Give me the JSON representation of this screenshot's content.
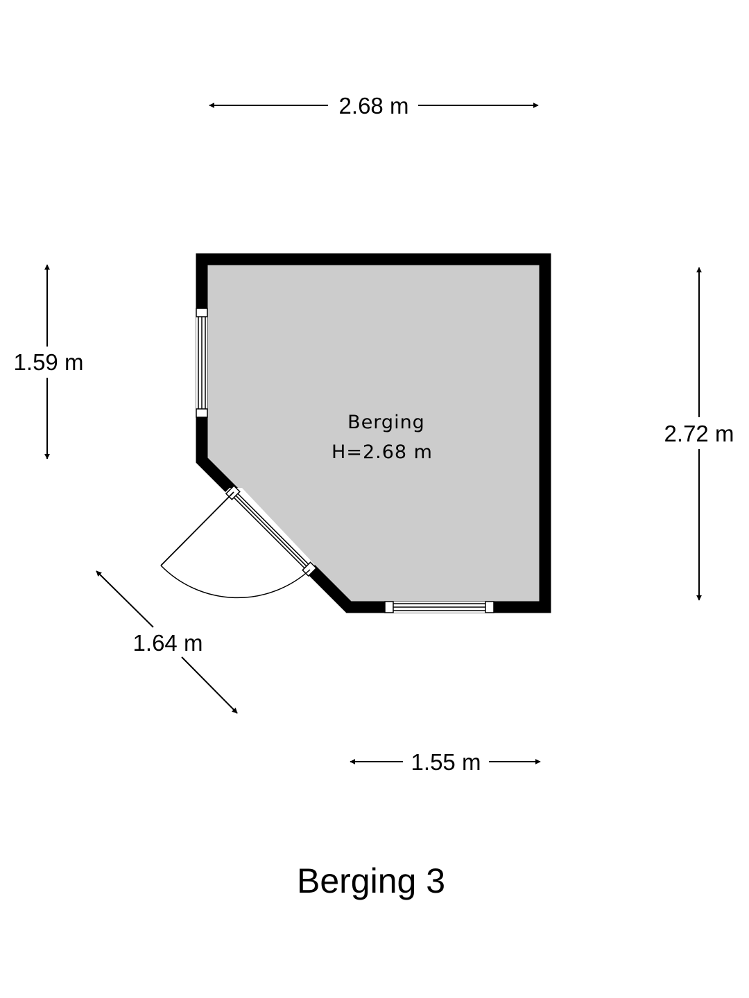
{
  "plan": {
    "title": "Berging 3",
    "room": {
      "name": "Berging",
      "height_label": "H=2.68 m",
      "floor_color": "#cccccc",
      "wall_color": "#000000"
    },
    "dimensions": {
      "top_width": "2.68 m",
      "left_height": "1.59 m",
      "right_height": "2.72 m",
      "diagonal": "1.64 m",
      "bottom_width": "1.55 m"
    }
  }
}
